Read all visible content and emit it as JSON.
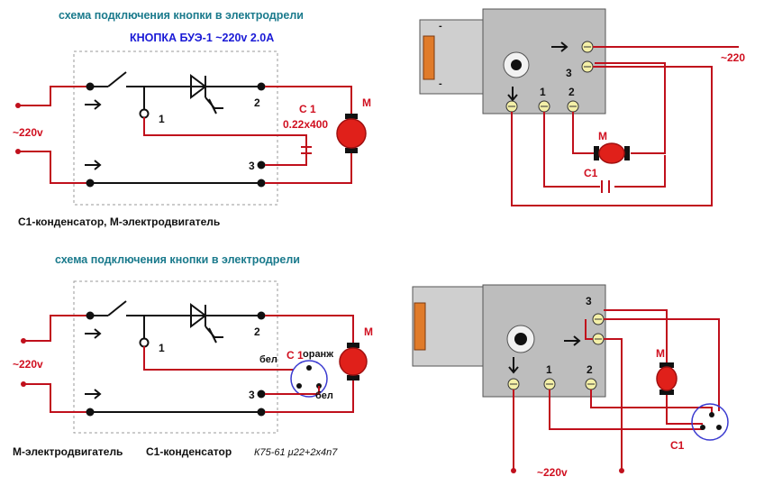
{
  "top_left": {
    "title": "схема подключения кнопки в электродрели",
    "subtitle": "КНОПКА БУЭ-1 ~220v 2.0А",
    "voltage": "~220v",
    "terminal_1": "1",
    "terminal_2": "2",
    "terminal_3": "3",
    "cap_name": "С 1",
    "cap_value": "0.22x400",
    "motor": "М",
    "caption": "С1-конденсатор, М-электродвигатель"
  },
  "top_right": {
    "voltage": "~220",
    "terminal_1": "1",
    "terminal_2": "2",
    "terminal_3": "3",
    "motor": "М",
    "cap_name": "С1"
  },
  "bottom_left": {
    "title": "схема подключения кнопки в электродрели",
    "voltage": "~220v",
    "terminal_1": "1",
    "terminal_2": "2",
    "terminal_3": "3",
    "cap_name": "С 1",
    "wire_orange": "оранж",
    "wire_white_1": "бел",
    "wire_white_2": "бел",
    "motor": "М",
    "caption_motor": "М-электродвигатель",
    "caption_cap": "С1-конденсатор",
    "caption_part": "К75-61 μ22+2x4n7"
  },
  "bottom_right": {
    "voltage": "~220v",
    "terminal_1": "1",
    "terminal_2": "2",
    "terminal_3": "3",
    "motor": "М",
    "cap_name": "С1"
  },
  "colors": {
    "wire": "#c0101c",
    "motor": "#e0201a",
    "title": "#1a7a8c",
    "subtitle": "#1a1ad6",
    "switch_body": "#bdbdbd",
    "handle": "#e07b2a"
  },
  "icons": [
    "motor-icon",
    "capacitor-icon",
    "thyristor-icon",
    "switch-icon",
    "arrow-icon",
    "screw-terminal-icon"
  ]
}
